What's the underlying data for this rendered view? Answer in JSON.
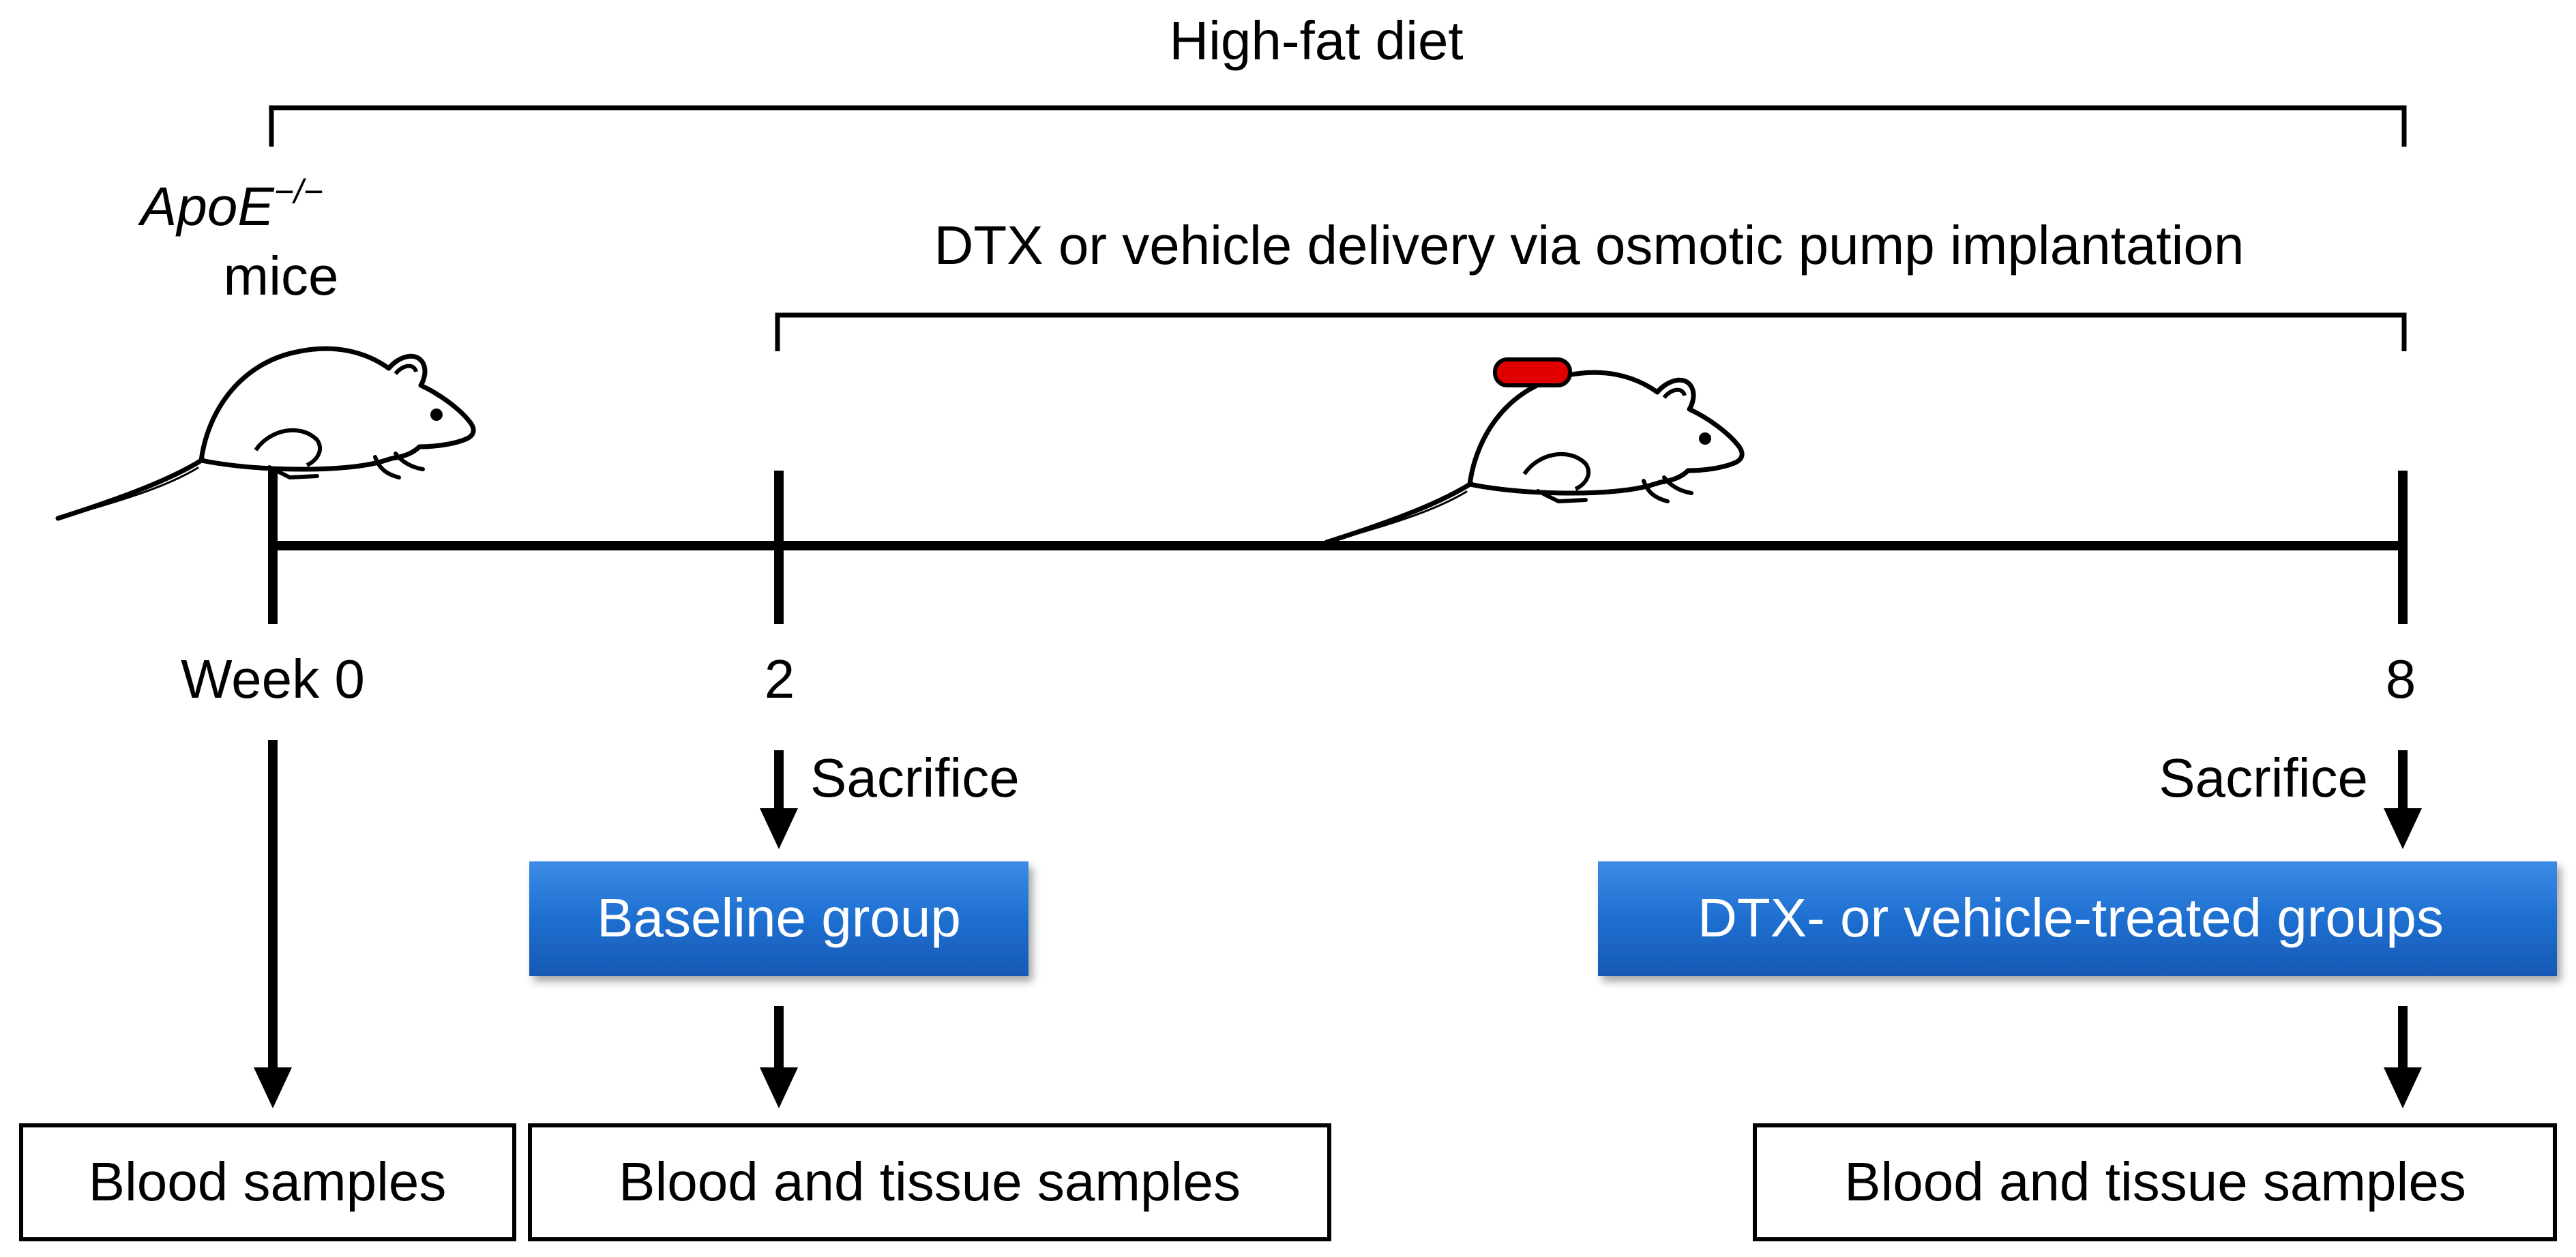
{
  "diet": {
    "label": "High-fat diet"
  },
  "mice": {
    "gene": "ApoE",
    "superscript": "−/−",
    "label": "mice"
  },
  "delivery": {
    "label": "DTX or vehicle delivery via osmotic pump implantation"
  },
  "timeline": {
    "week0": "Week 0",
    "week2": "2",
    "week8": "8"
  },
  "sacrifice": {
    "left": "Sacrifice",
    "right": "Sacrifice"
  },
  "groups": {
    "baseline": "Baseline group",
    "treated": "DTX- or vehicle-treated groups"
  },
  "samples": {
    "week0": "Blood samples",
    "week2": "Blood and tissue samples",
    "week8": "Blood and tissue samples"
  },
  "colors": {
    "group_box": "#1f6fd0",
    "pump": "#e10000"
  }
}
